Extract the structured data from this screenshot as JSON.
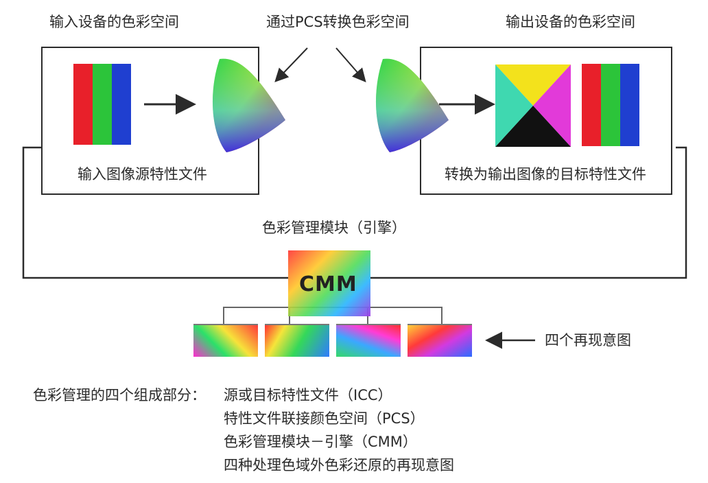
{
  "labels": {
    "input_space": "输入设备的色彩空间",
    "pcs_convert": "通过PCS转换色彩空间",
    "output_space": "输出设备的色彩空间",
    "input_profile": "输入图像源特性文件",
    "output_profile": "转换为输出图像的目标特性文件",
    "cmm_module": "色彩管理模块（引擎）",
    "cmm": "CMM",
    "four_intents": "四个再现意图"
  },
  "summary": {
    "heading": "色彩管理的四个组成部分：",
    "items": [
      "源或目标特性文件（ICC）",
      "特性文件联接颜色空间（PCS）",
      "色彩管理模块－引擎（CMM）",
      "四种处理色域外色彩还原的再现意图"
    ]
  },
  "colors": {
    "red": "#e8202a",
    "green": "#2cc43a",
    "blue": "#1f3fd0",
    "yellow": "#f3e21c",
    "magenta": "#e23ad9",
    "cyan": "#3fd8b0",
    "black": "#111111",
    "line": "#2b2b2b"
  }
}
